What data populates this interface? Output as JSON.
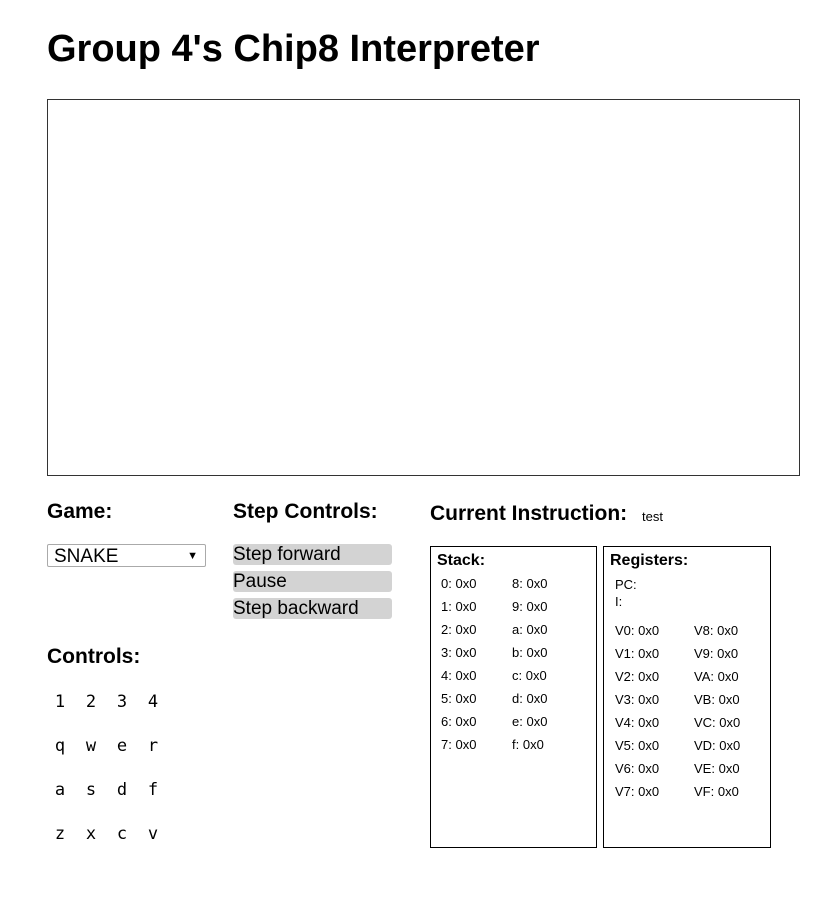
{
  "title": "Group 4's Chip8 Interpreter",
  "game": {
    "heading": "Game:",
    "selected": "SNAKE",
    "dropdown_icon": "triangle-down"
  },
  "step_controls": {
    "heading": "Step Controls:",
    "forward_label": "Step forward",
    "pause_label": "Pause",
    "backward_label": "Step backward"
  },
  "controls": {
    "heading": "Controls:",
    "keys": [
      [
        "1",
        "2",
        "3",
        "4"
      ],
      [
        "q",
        "w",
        "e",
        "r"
      ],
      [
        "a",
        "s",
        "d",
        "f"
      ],
      [
        "z",
        "x",
        "c",
        "v"
      ]
    ]
  },
  "current_instruction": {
    "label": "Current Instruction:",
    "value": "test"
  },
  "stack": {
    "heading": "Stack:",
    "entries": [
      {
        "name": "0:",
        "value": "0x0"
      },
      {
        "name": "1:",
        "value": "0x0"
      },
      {
        "name": "2:",
        "value": "0x0"
      },
      {
        "name": "3:",
        "value": "0x0"
      },
      {
        "name": "4:",
        "value": "0x0"
      },
      {
        "name": "5:",
        "value": "0x0"
      },
      {
        "name": "6:",
        "value": "0x0"
      },
      {
        "name": "7:",
        "value": "0x0"
      },
      {
        "name": "8:",
        "value": "0x0"
      },
      {
        "name": "9:",
        "value": "0x0"
      },
      {
        "name": "a:",
        "value": "0x0"
      },
      {
        "name": "b:",
        "value": "0x0"
      },
      {
        "name": "c:",
        "value": "0x0"
      },
      {
        "name": "d:",
        "value": "0x0"
      },
      {
        "name": "e:",
        "value": "0x0"
      },
      {
        "name": "f:",
        "value": "0x0"
      }
    ]
  },
  "registers": {
    "heading": "Registers:",
    "pc_label": "PC:",
    "pc_value": "",
    "i_label": "I:",
    "i_value": "",
    "entries": [
      {
        "name": "V0:",
        "value": "0x0"
      },
      {
        "name": "V1:",
        "value": "0x0"
      },
      {
        "name": "V2:",
        "value": "0x0"
      },
      {
        "name": "V3:",
        "value": "0x0"
      },
      {
        "name": "V4:",
        "value": "0x0"
      },
      {
        "name": "V5:",
        "value": "0x0"
      },
      {
        "name": "V6:",
        "value": "0x0"
      },
      {
        "name": "V7:",
        "value": "0x0"
      },
      {
        "name": "V8:",
        "value": "0x0"
      },
      {
        "name": "V9:",
        "value": "0x0"
      },
      {
        "name": "VA:",
        "value": "0x0"
      },
      {
        "name": "VB:",
        "value": "0x0"
      },
      {
        "name": "VC:",
        "value": "0x0"
      },
      {
        "name": "VD:",
        "value": "0x0"
      },
      {
        "name": "VE:",
        "value": "0x0"
      },
      {
        "name": "VF:",
        "value": "0x0"
      }
    ]
  }
}
